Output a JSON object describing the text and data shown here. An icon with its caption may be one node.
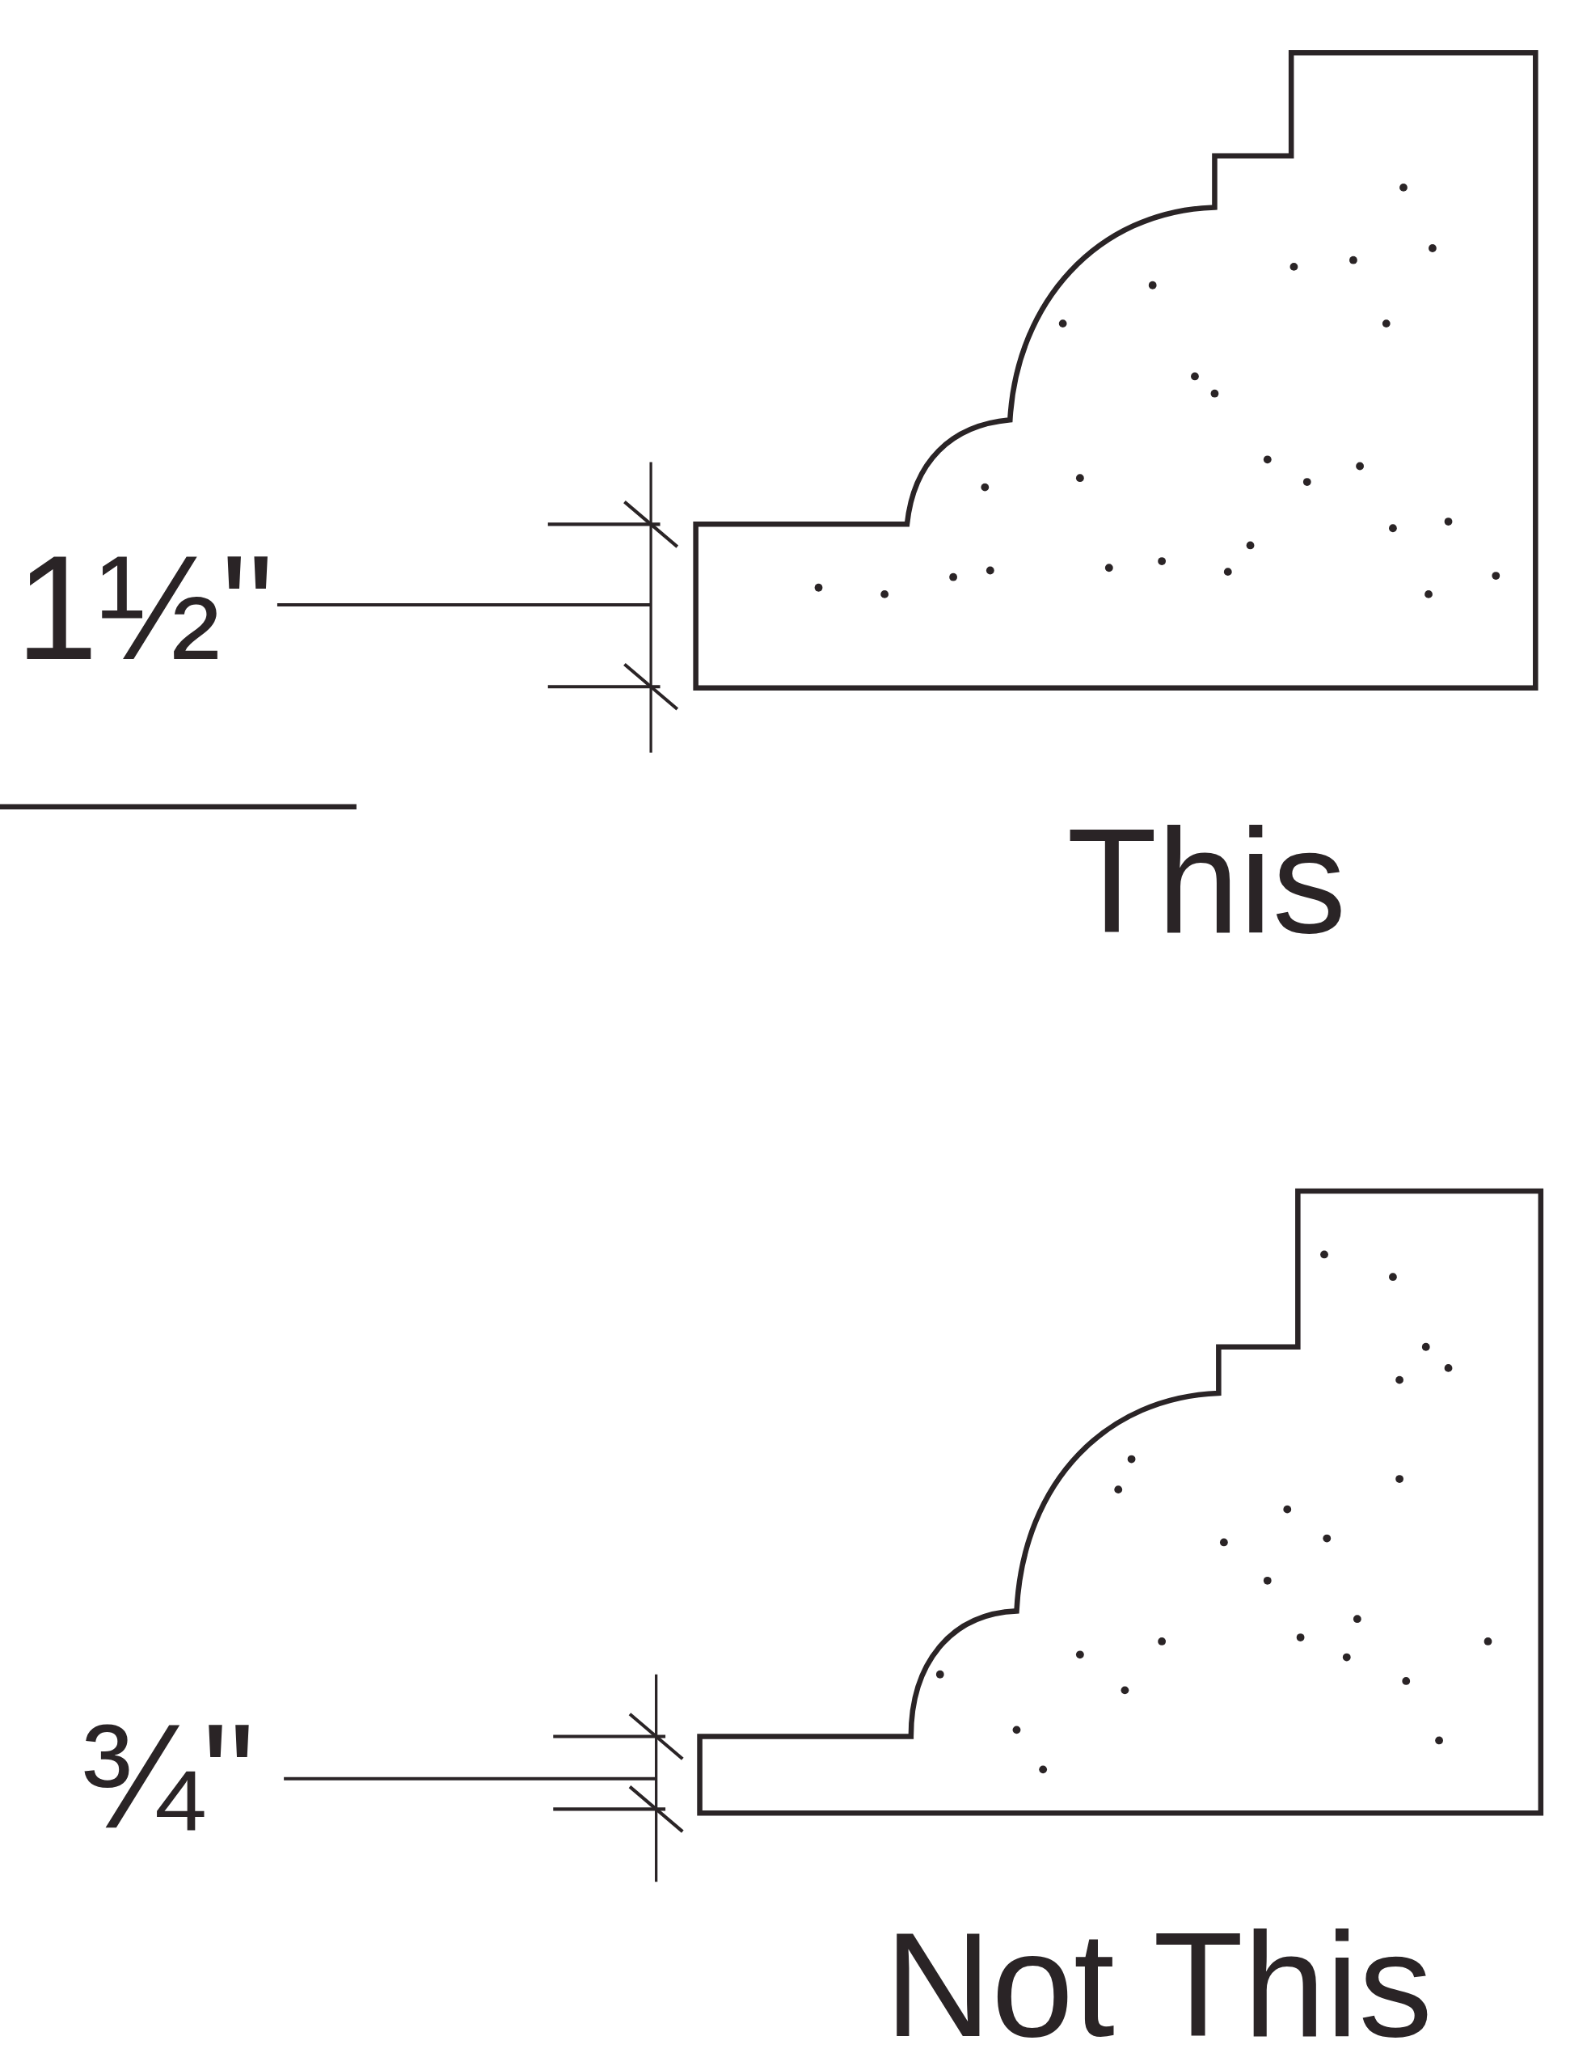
{
  "diagram": {
    "labels": [
      "1½\"",
      "This",
      "¾\"",
      "Not This"
    ]
  }
}
